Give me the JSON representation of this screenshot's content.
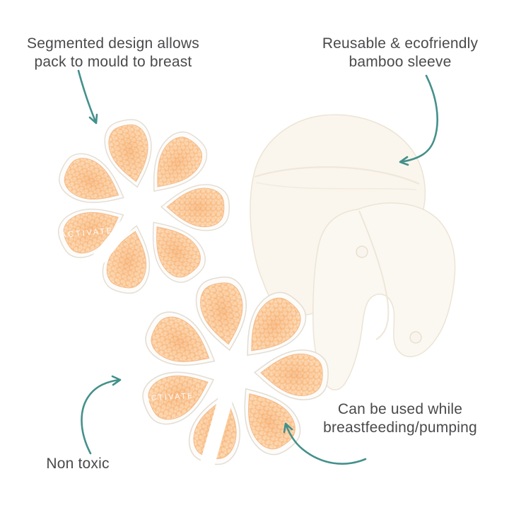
{
  "image_type": "product feature infographic (breast gel packs with bamboo sleeves)",
  "colors": {
    "background": "#ffffff",
    "annotation_text": "#4a4a4c",
    "arrow_teal": "#44908b",
    "gel_bead_orange": "#f09a55",
    "gel_bead_light": "#fcdebd",
    "petal_film_edge": "#e3ddd3",
    "sleeve_cream": "#fbf8f2",
    "sleeve_edge": "#ece4d4"
  },
  "annotations": {
    "segmented": {
      "lines": [
        "Segmented design allows",
        "pack to mould to breast"
      ]
    },
    "reusable": {
      "lines": [
        "Reusable & ecofriendly",
        "bamboo sleeve"
      ]
    },
    "non_toxic": {
      "lines": [
        "Non toxic"
      ]
    },
    "breastfeeding": {
      "lines": [
        "Can be used while",
        "breastfeeding/pumping"
      ]
    }
  },
  "products": {
    "gel_pack_top": {
      "brand_label": "ACTIVATE"
    },
    "gel_pack_bottom": {
      "brand_label": "ACTIVATE"
    }
  }
}
